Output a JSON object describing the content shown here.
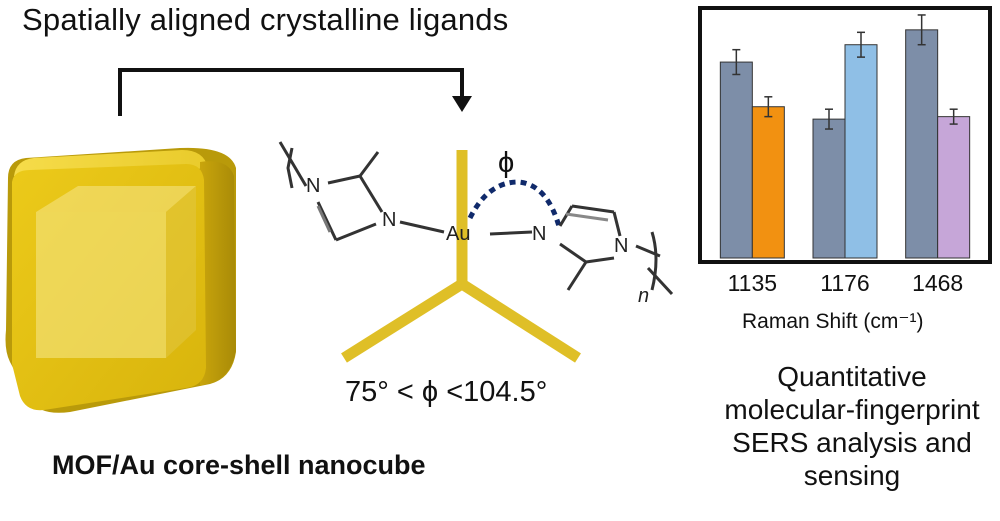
{
  "header": {
    "title": "Spatially aligned crystalline ligands"
  },
  "cube": {
    "caption": "MOF/Au core-shell nanocube",
    "face_color": "#e8c517",
    "edge_color": "#b99a0a"
  },
  "molecule": {
    "angle_symbol": "ϕ",
    "angle_range": "75° < ϕ <104.5°",
    "atoms": {
      "n1": "N",
      "n2": "N",
      "au": "Au",
      "n3": "N",
      "n4": "N",
      "repeat": "n"
    },
    "ligand_color": "#e0c12a"
  },
  "chart_data": {
    "type": "bar",
    "categories": [
      "1135",
      "1176",
      "1468"
    ],
    "series": [
      {
        "values": [
          0.79,
          0.56,
          0.92
        ],
        "errors": [
          0.05,
          0.04,
          0.06
        ],
        "colors": [
          "#7d8ea8",
          "#7d8ea8",
          "#7d8ea8"
        ]
      },
      {
        "values": [
          0.61,
          0.86,
          0.57
        ],
        "errors": [
          0.04,
          0.05,
          0.03
        ],
        "colors": [
          "#f29111",
          "#8fbfe6",
          "#c6a6d8"
        ]
      }
    ],
    "ylim": [
      0,
      1
    ],
    "xlabel": "Raman Shift (cm⁻¹)",
    "ylabel": "",
    "title": "",
    "grid": false,
    "legend": "none"
  },
  "footer": {
    "caption_lines": [
      "Quantitative",
      "molecular-fingerprint",
      "SERS analysis and",
      "sensing"
    ]
  }
}
